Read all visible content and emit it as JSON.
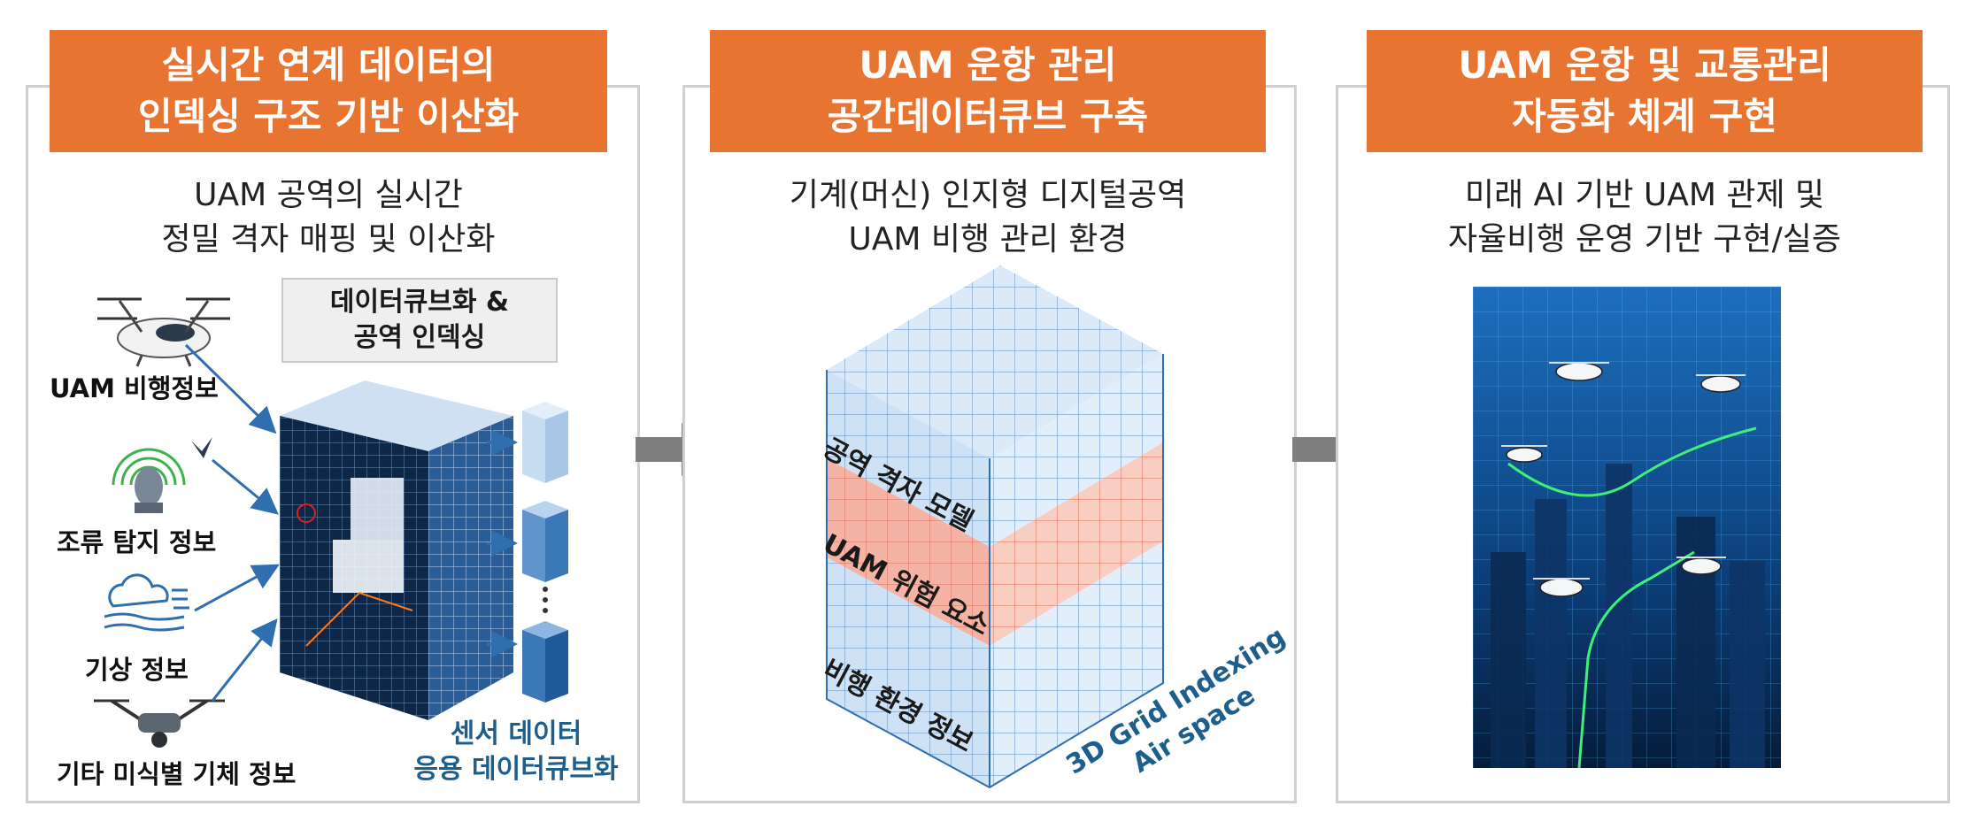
{
  "panels": [
    {
      "title_lines": [
        "실시간 연계 데이터의",
        "인덱싱 구조 기반 이산화"
      ],
      "subtitle_lines": [
        "UAM 공역의 실시간",
        "정밀 격자 매핑 및 이산화"
      ],
      "inputs": [
        "UAM 비행정보",
        "조류 탐지 정보",
        "기상 정보",
        "기타 미식별 기체 정보"
      ],
      "box_lines": [
        "데이터큐브화 &",
        "공역 인덱싱"
      ],
      "sensor_lines": [
        "센서 데이터",
        "응용 데이터큐브화"
      ]
    },
    {
      "title_lines": [
        "UAM 운항 관리",
        "공간데이터큐브 구축"
      ],
      "subtitle_lines": [
        "기계(머신) 인지형 디지털공역",
        "UAM 비행 관리 환경"
      ],
      "layers": [
        "공역 격자 모델",
        "UAM 위험 요소",
        "비행 환경 정보"
      ],
      "grid_caption_lines": [
        "3D Grid Indexing",
        "Air space"
      ]
    },
    {
      "title_lines": [
        "UAM 운항 및 교통관리",
        "자동화 체계 구현"
      ],
      "subtitle_lines": [
        "미래 AI 기반 UAM 관제 및",
        "자율비행 운영 기반 구현/실증"
      ]
    }
  ],
  "colors": {
    "header_orange": "#e87431",
    "arrow_gray": "#7f7f7f",
    "grid_blue": "#2f6fb0",
    "risk_red": "#f09a86",
    "caption_teal": "#1e5e8c"
  }
}
